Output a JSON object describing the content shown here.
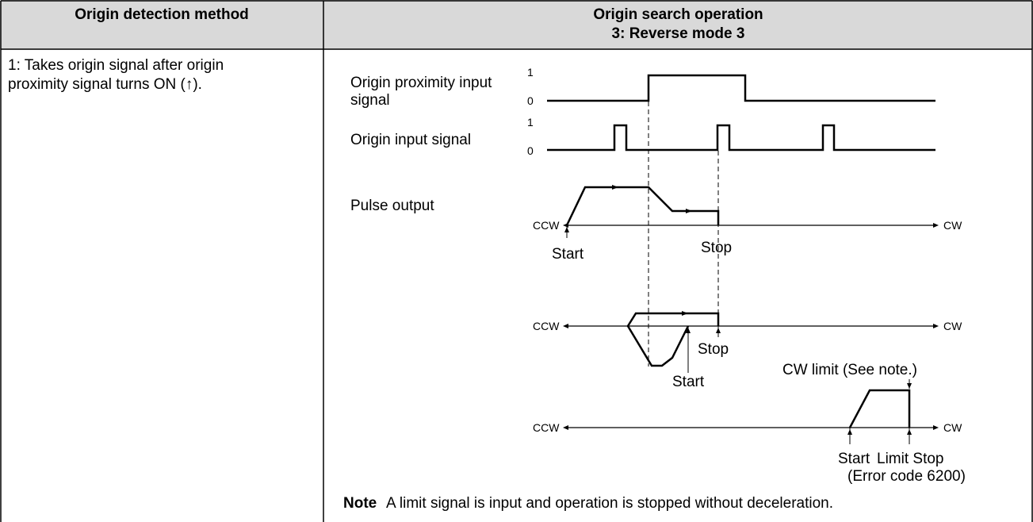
{
  "table": {
    "col1_header": "Origin detection method",
    "col2_header_line1": "Origin search operation",
    "col2_header_line2": "3: Reverse mode 3",
    "method_line1": "1: Takes origin signal after origin",
    "method_line2": "proximity signal turns ON (↑)."
  },
  "diagram": {
    "proximity_label_line1": "Origin proximity input",
    "proximity_label_line2": "signal",
    "origin_label": "Origin input signal",
    "pulse_label": "Pulse output",
    "level_one": "1",
    "level_zero": "0",
    "ccw": "CCW",
    "cw": "CW",
    "start": "Start",
    "stop": "Stop",
    "cw_limit": "CW limit (See note.)",
    "limit_stop": "Limit Stop",
    "error_code": "(Error code 6200)",
    "note_label": "Note",
    "note_text": "A limit signal is input and operation is stopped without deceleration."
  }
}
